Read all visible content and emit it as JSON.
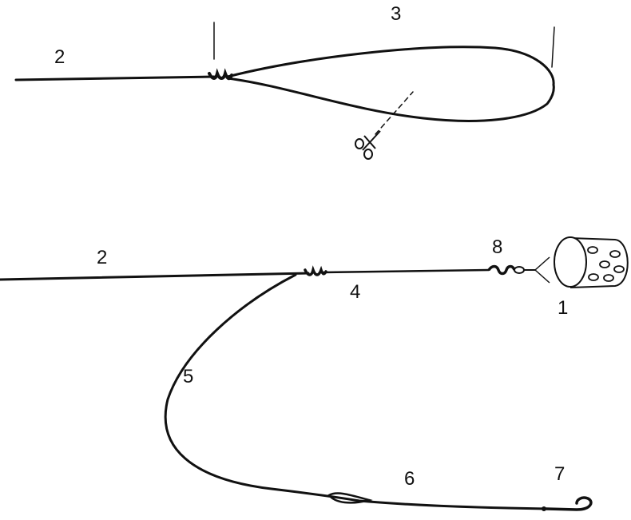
{
  "labels": {
    "line_top": "2",
    "loop": "3",
    "line_bottom": "2",
    "leader_section": "4",
    "hooklength": "5",
    "hooklength_end": "6",
    "hook": "7",
    "swivel": "8",
    "feeder": "1"
  },
  "icons": {
    "cut": "scissors-icon"
  },
  "colors": {
    "line": "#111111",
    "background": "#ffffff"
  }
}
